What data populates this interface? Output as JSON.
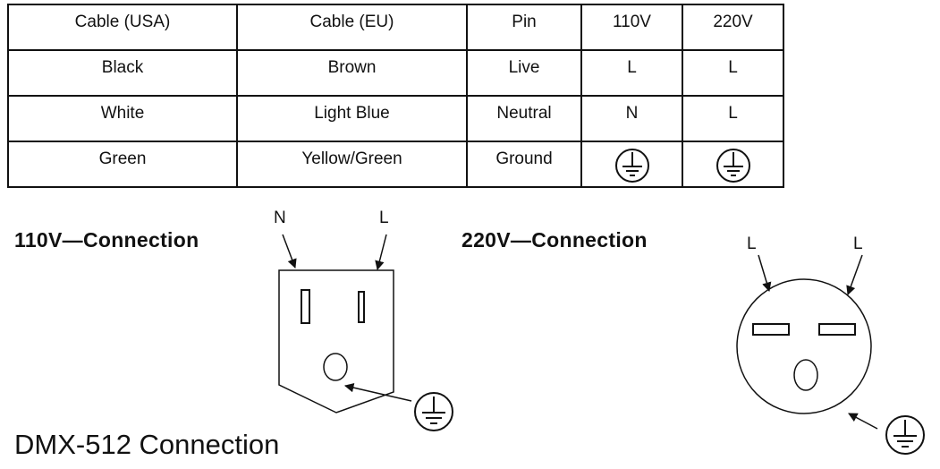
{
  "table": {
    "headers": [
      "Cable (USA)",
      "Cable (EU)",
      "Pin",
      "110V",
      "220V"
    ],
    "rows": [
      [
        "Black",
        "Brown",
        "Live",
        "L",
        "L"
      ],
      [
        "White",
        "Light Blue",
        "Neutral",
        "N",
        "L"
      ],
      [
        "Green",
        "Yellow/Green",
        "Ground",
        "ground-symbol",
        "ground-symbol"
      ]
    ]
  },
  "connection_110v": {
    "heading": "110V—Connection",
    "label_neutral": "N",
    "label_live": "L"
  },
  "connection_220v": {
    "heading": "220V—Connection",
    "label_live_left": "L",
    "label_live_right": "L"
  },
  "dmx_heading": "DMX-512 Connection"
}
